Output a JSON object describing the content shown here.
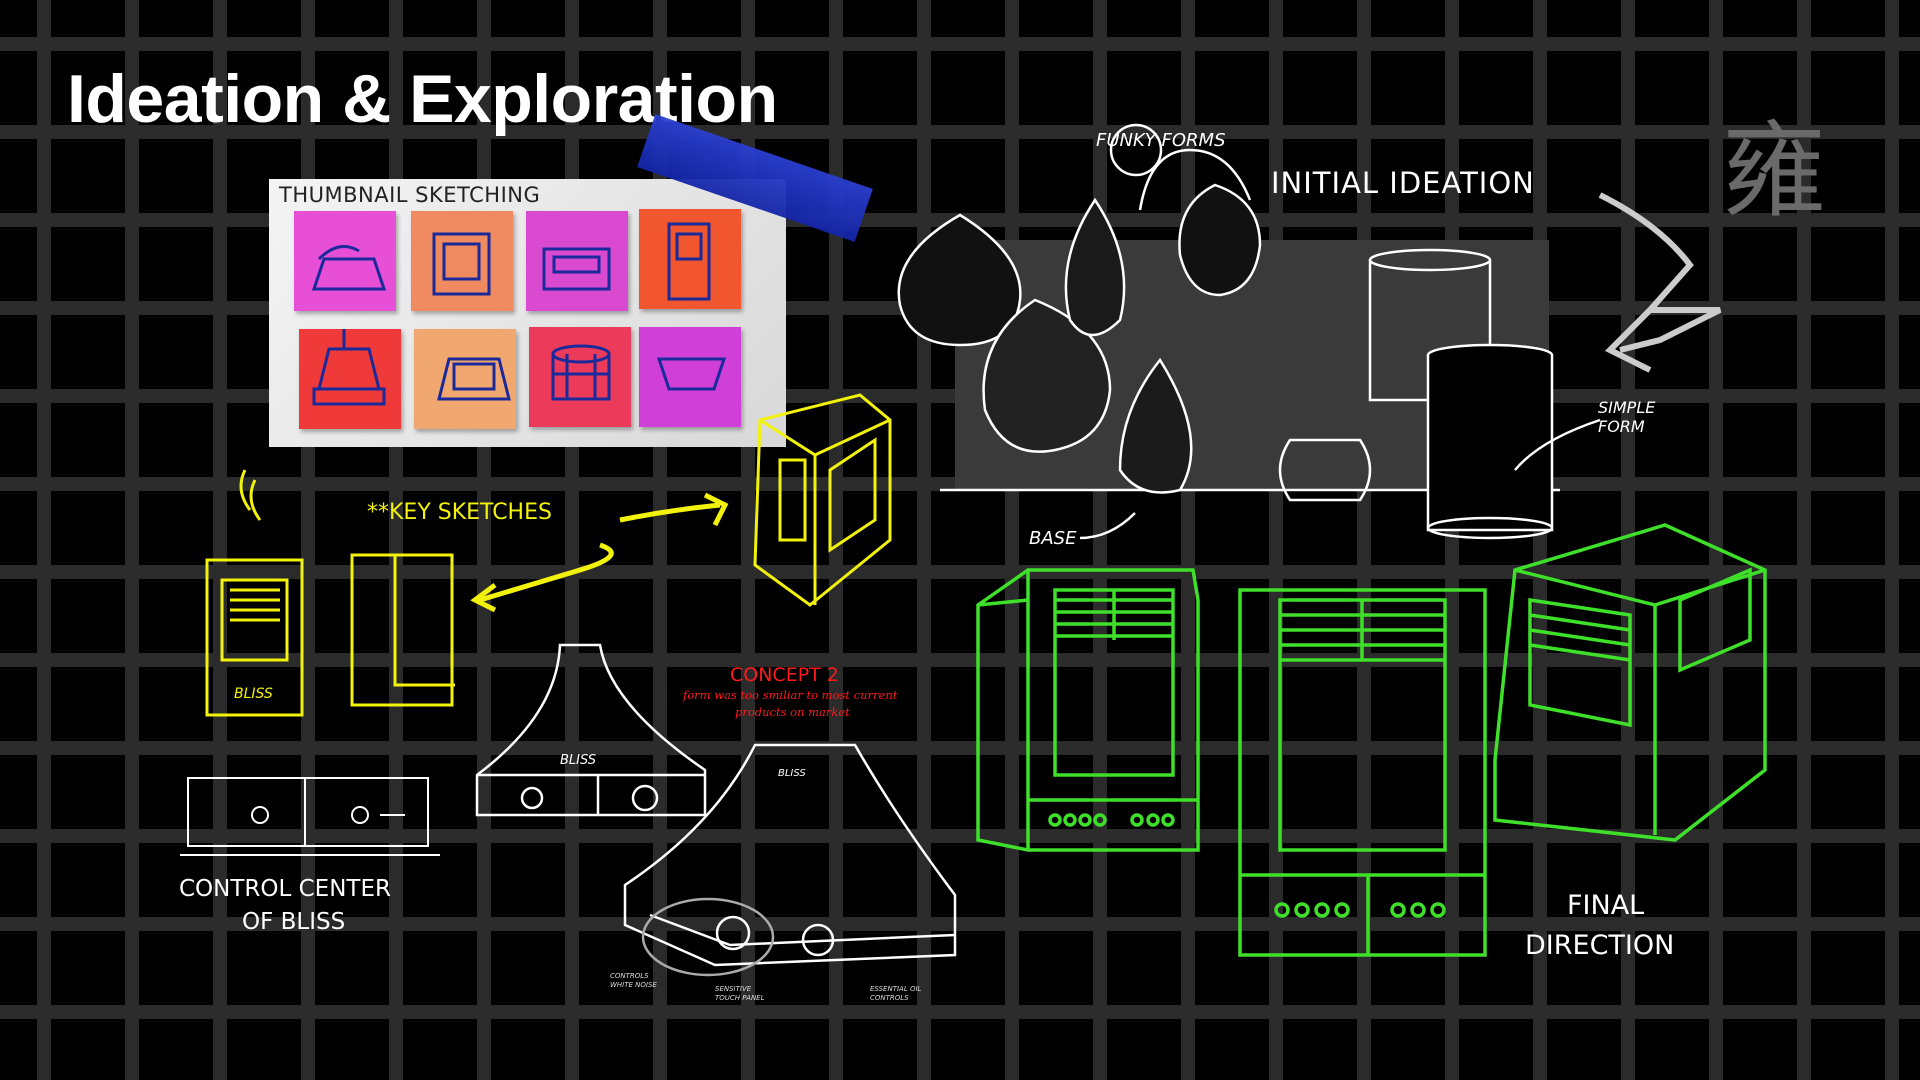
{
  "slide": {
    "title": "Ideation & Exploration",
    "logo_character": "雍"
  },
  "thumbnail": {
    "label": "THUMBNAIL SKETCHING",
    "note_colors": [
      "#e64fd6",
      "#f08a60",
      "#d94ad0",
      "#f2562e",
      "#f03a3a",
      "#f0a870",
      "#ec3a5a",
      "#d040d8"
    ]
  },
  "ideation": {
    "label": "INITIAL IDEATION",
    "funky_forms": "FUNKY FORMS",
    "simple_form": "SIMPLE FORM",
    "base": "BASE"
  },
  "key_sketches": {
    "label": "**KEY SKETCHES",
    "brand_on_sketch": "BLISS"
  },
  "control_center": {
    "line1": "CONTROL CENTER",
    "line2": "OF BLISS"
  },
  "concept2": {
    "title": "CONCEPT 2",
    "note_line1": "form was too smiliar to most current",
    "note_line2": "products on market",
    "brand": "BLISS",
    "annotations": {
      "controls": "CONTROLS WHITE NOISE",
      "touch": "SENSITIVE TOUCH PANEL",
      "oil": "ESSENTIAL OIL CONTROLS"
    }
  },
  "final": {
    "line1": "FINAL",
    "line2": "DIRECTION"
  },
  "colors": {
    "yellow": "#f2f20a",
    "green": "#3ee02a",
    "red": "#ff1a1a",
    "white": "#ffffff"
  }
}
